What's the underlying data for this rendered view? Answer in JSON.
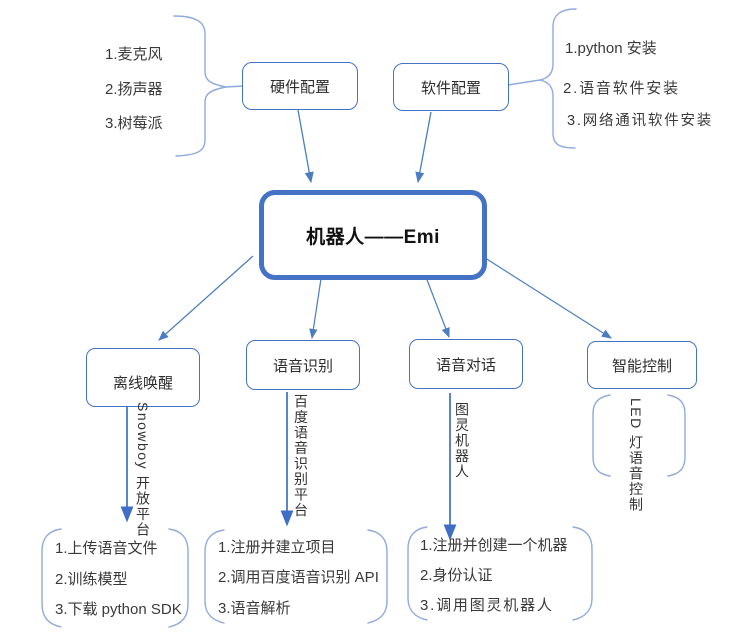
{
  "title": "机器人——Emi",
  "hardware": {
    "label": "硬件配置",
    "items": [
      "1.麦克风",
      "2.扬声器",
      "3.树莓派"
    ]
  },
  "software": {
    "label": "软件配置",
    "items": [
      "1.python 安装",
      "2.语音软件安装",
      "3.网络通讯软件安装"
    ]
  },
  "branches": [
    {
      "label": "离线唤醒",
      "platform": "Snowboy 开放平台",
      "steps": [
        "1.上传语音文件",
        "2.训练模型",
        "3.下载 python SDK"
      ]
    },
    {
      "label": "语音识别",
      "platform": "百度语音识别平台",
      "steps": [
        "1.注册并建立项目",
        "2.调用百度语音识别 API",
        "3.语音解析"
      ]
    },
    {
      "label": "语音对话",
      "platform": "图灵机器人",
      "steps": [
        "1.注册并创建一个机器",
        "2.身份认证",
        "3.调用图灵机器人"
      ]
    },
    {
      "label": "智能控制",
      "platform": "LED 灯语音控制",
      "steps": []
    }
  ],
  "colors": {
    "accent": "#4472C4",
    "connector": "#4A7EC0",
    "bracket": "#8FAADC",
    "text": "#333333",
    "background": "#FFFFFF"
  }
}
